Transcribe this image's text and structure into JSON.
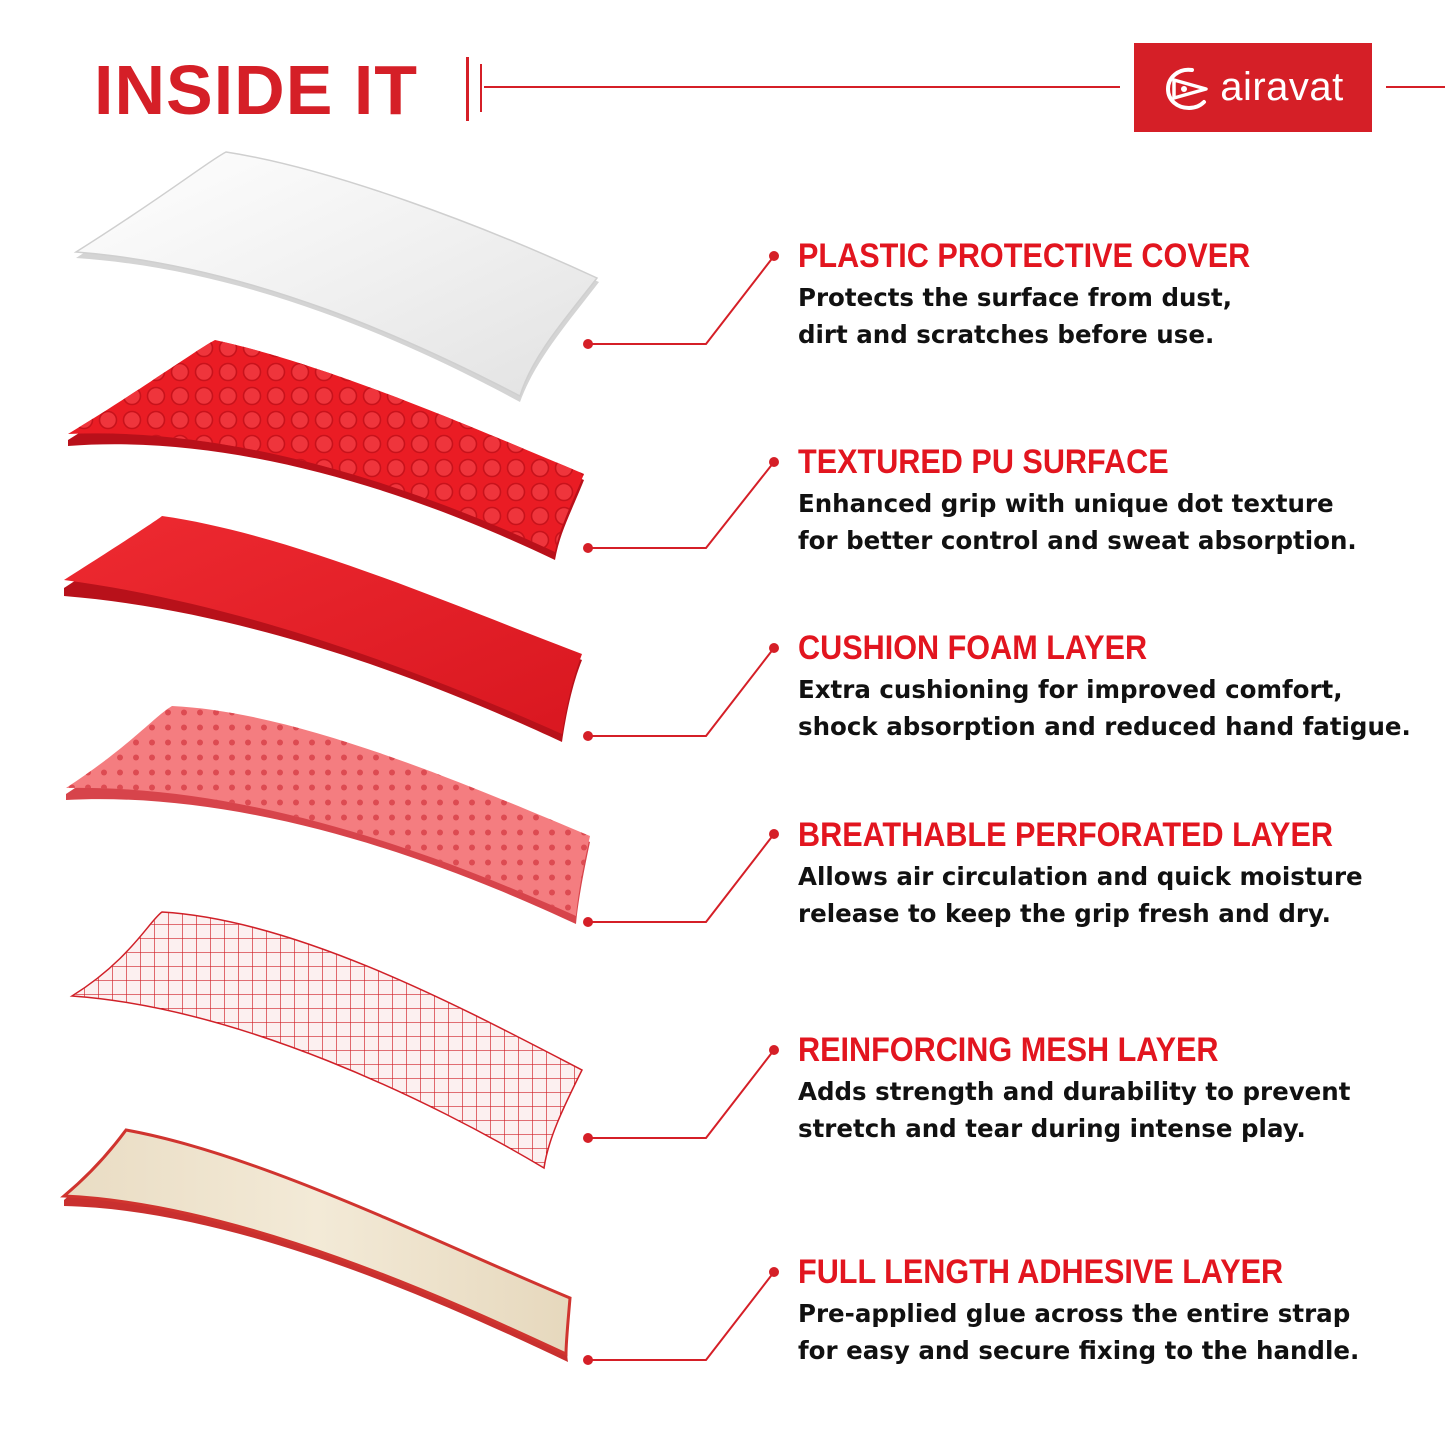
{
  "header": {
    "title": "INSIDE IT",
    "accent_color": "#d51f27"
  },
  "brand": {
    "name": "airavat",
    "logo_icon": "airavat-logo-icon",
    "background_color": "#d51f27"
  },
  "layers": [
    {
      "id": "plastic-protective-cover",
      "heading": "PLASTIC PROTECTIVE COVER",
      "desc_line1": "Protects the surface from dust,",
      "desc_line2": "dirt and scratches before use.",
      "color": "#f2f2f2"
    },
    {
      "id": "textured-pu-surface",
      "heading": "TEXTURED PU SURFACE",
      "desc_line1": "Enhanced grip with unique dot texture",
      "desc_line2": "for better control and sweat absorption.",
      "color": "#ea1c24"
    },
    {
      "id": "cushion-foam-layer",
      "heading": "CUSHION FOAM LAYER",
      "desc_line1": "Extra cushioning for improved comfort,",
      "desc_line2": "shock absorption and reduced hand fatigue.",
      "color": "#e4151d"
    },
    {
      "id": "breathable-perforated-layer",
      "heading": "BREATHABLE PERFORATED LAYER",
      "desc_line1": "Allows air circulation and quick moisture",
      "desc_line2": "release to keep the grip fresh and dry.",
      "color": "#f26a6d"
    },
    {
      "id": "reinforcing-mesh-layer",
      "heading": "REINFORCING MESH LAYER",
      "desc_line1": "Adds strength and durability to prevent",
      "desc_line2": "stretch and tear during intense play.",
      "color": "#d51f27"
    },
    {
      "id": "full-length-adhesive-layer",
      "heading": "FULL LENGTH ADHESIVE LAYER",
      "desc_line1": "Pre-applied glue across the entire strap",
      "desc_line2": "for easy and secure fixing to the handle.",
      "color": "#efe4cf"
    }
  ],
  "callout_color": "#d51f27"
}
